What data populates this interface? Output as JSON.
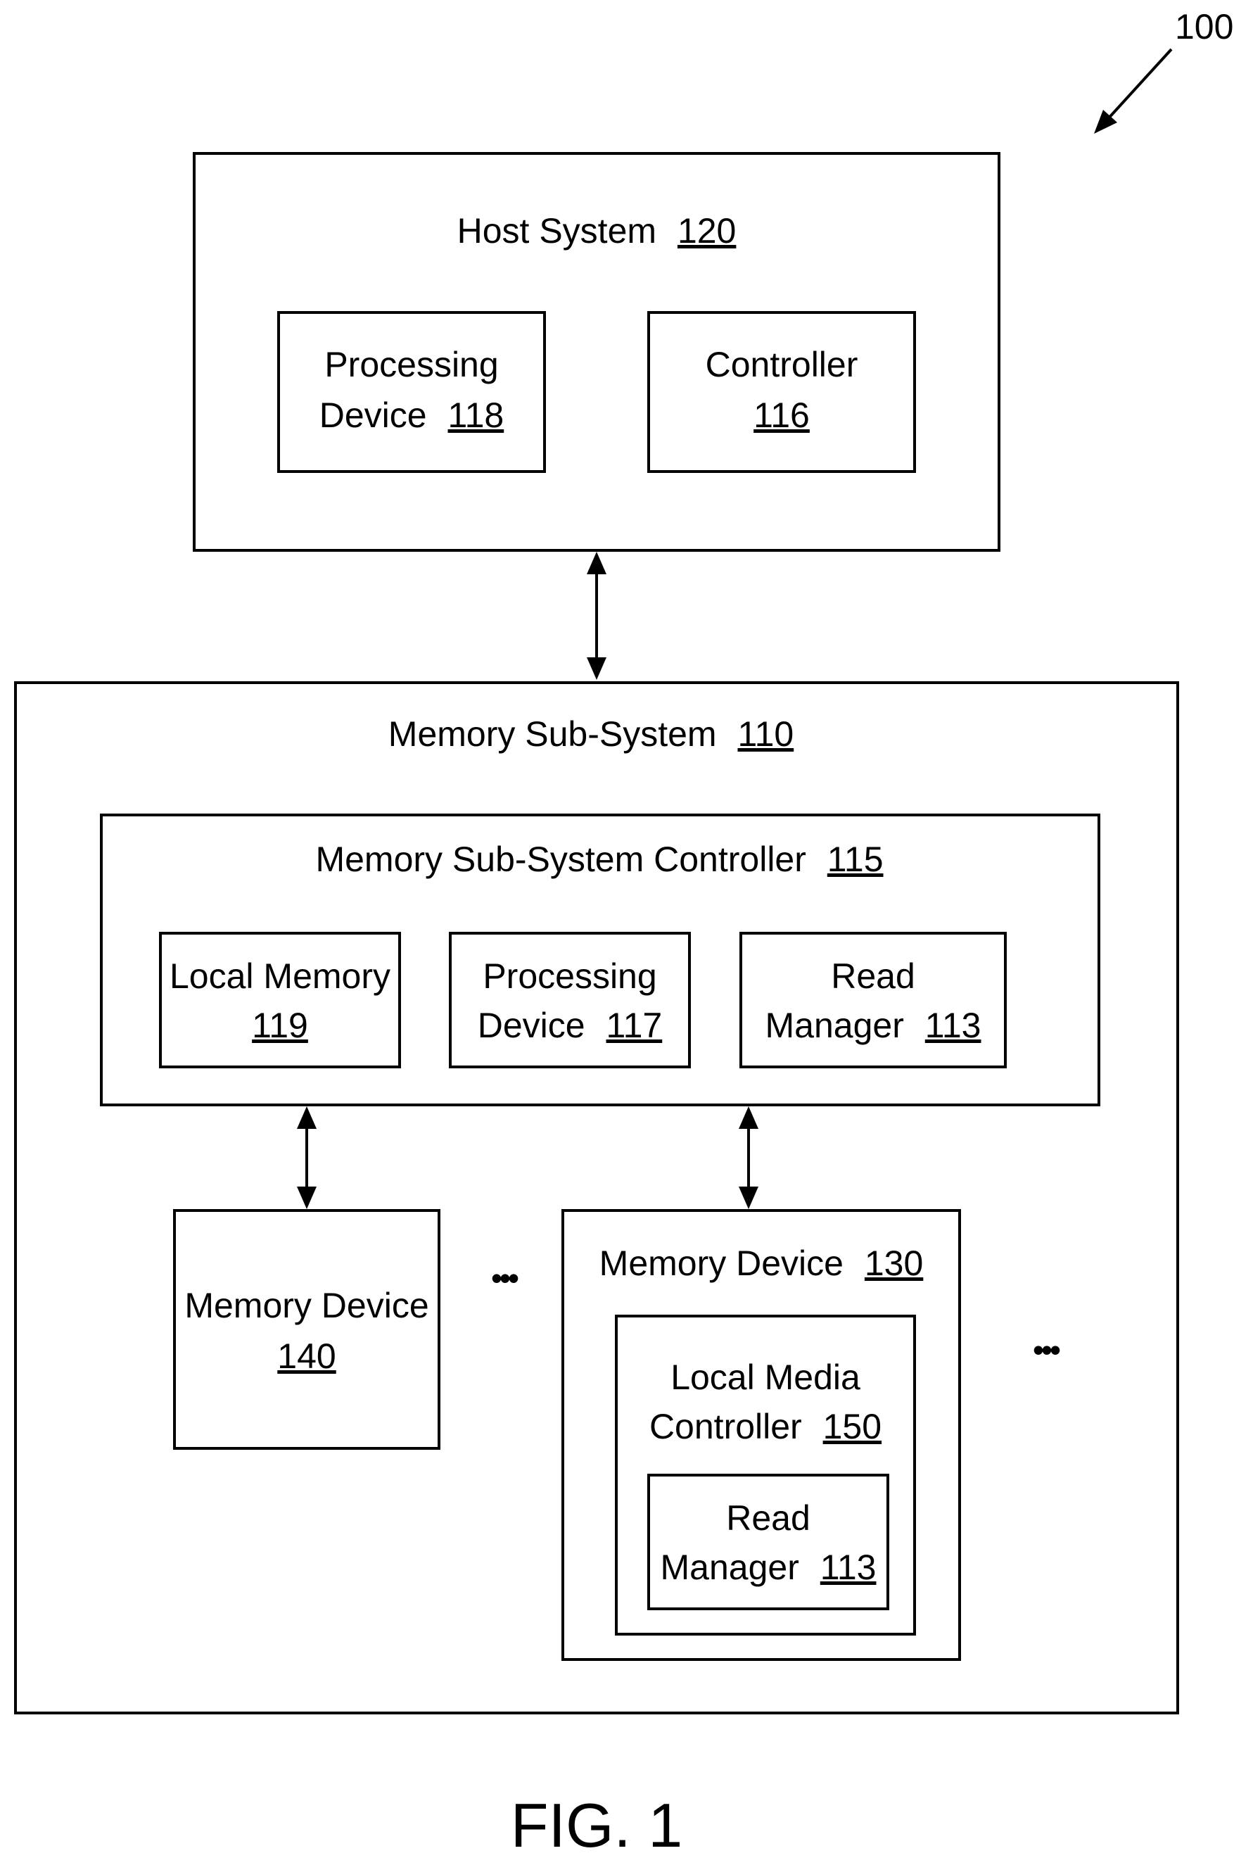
{
  "figure_ref": "100",
  "figure_caption": "FIG. 1",
  "host_system": {
    "label": "Host System",
    "ref": "120",
    "processing_device": {
      "line1": "Processing",
      "line2": "Device",
      "ref": "118"
    },
    "controller": {
      "line1": "Controller",
      "ref": "116"
    }
  },
  "memory_sub_system": {
    "label": "Memory Sub-System",
    "ref": "110",
    "controller": {
      "label": "Memory Sub-System Controller",
      "ref": "115",
      "local_memory": {
        "line1": "Local Memory",
        "ref": "119"
      },
      "processing_device": {
        "line1": "Processing",
        "line2": "Device",
        "ref": "117"
      },
      "read_manager": {
        "line1": "Read",
        "line2": "Manager",
        "ref": "113"
      }
    },
    "memory_device_140": {
      "line1": "Memory Device",
      "ref": "140"
    },
    "memory_device_130": {
      "label": "Memory Device",
      "ref": "130",
      "local_media_controller": {
        "line1": "Local Media",
        "line2": "Controller",
        "ref": "150",
        "read_manager": {
          "line1": "Read",
          "line2": "Manager",
          "ref": "113"
        }
      }
    },
    "ellipsis_between": "•••",
    "ellipsis_after": "•••"
  }
}
